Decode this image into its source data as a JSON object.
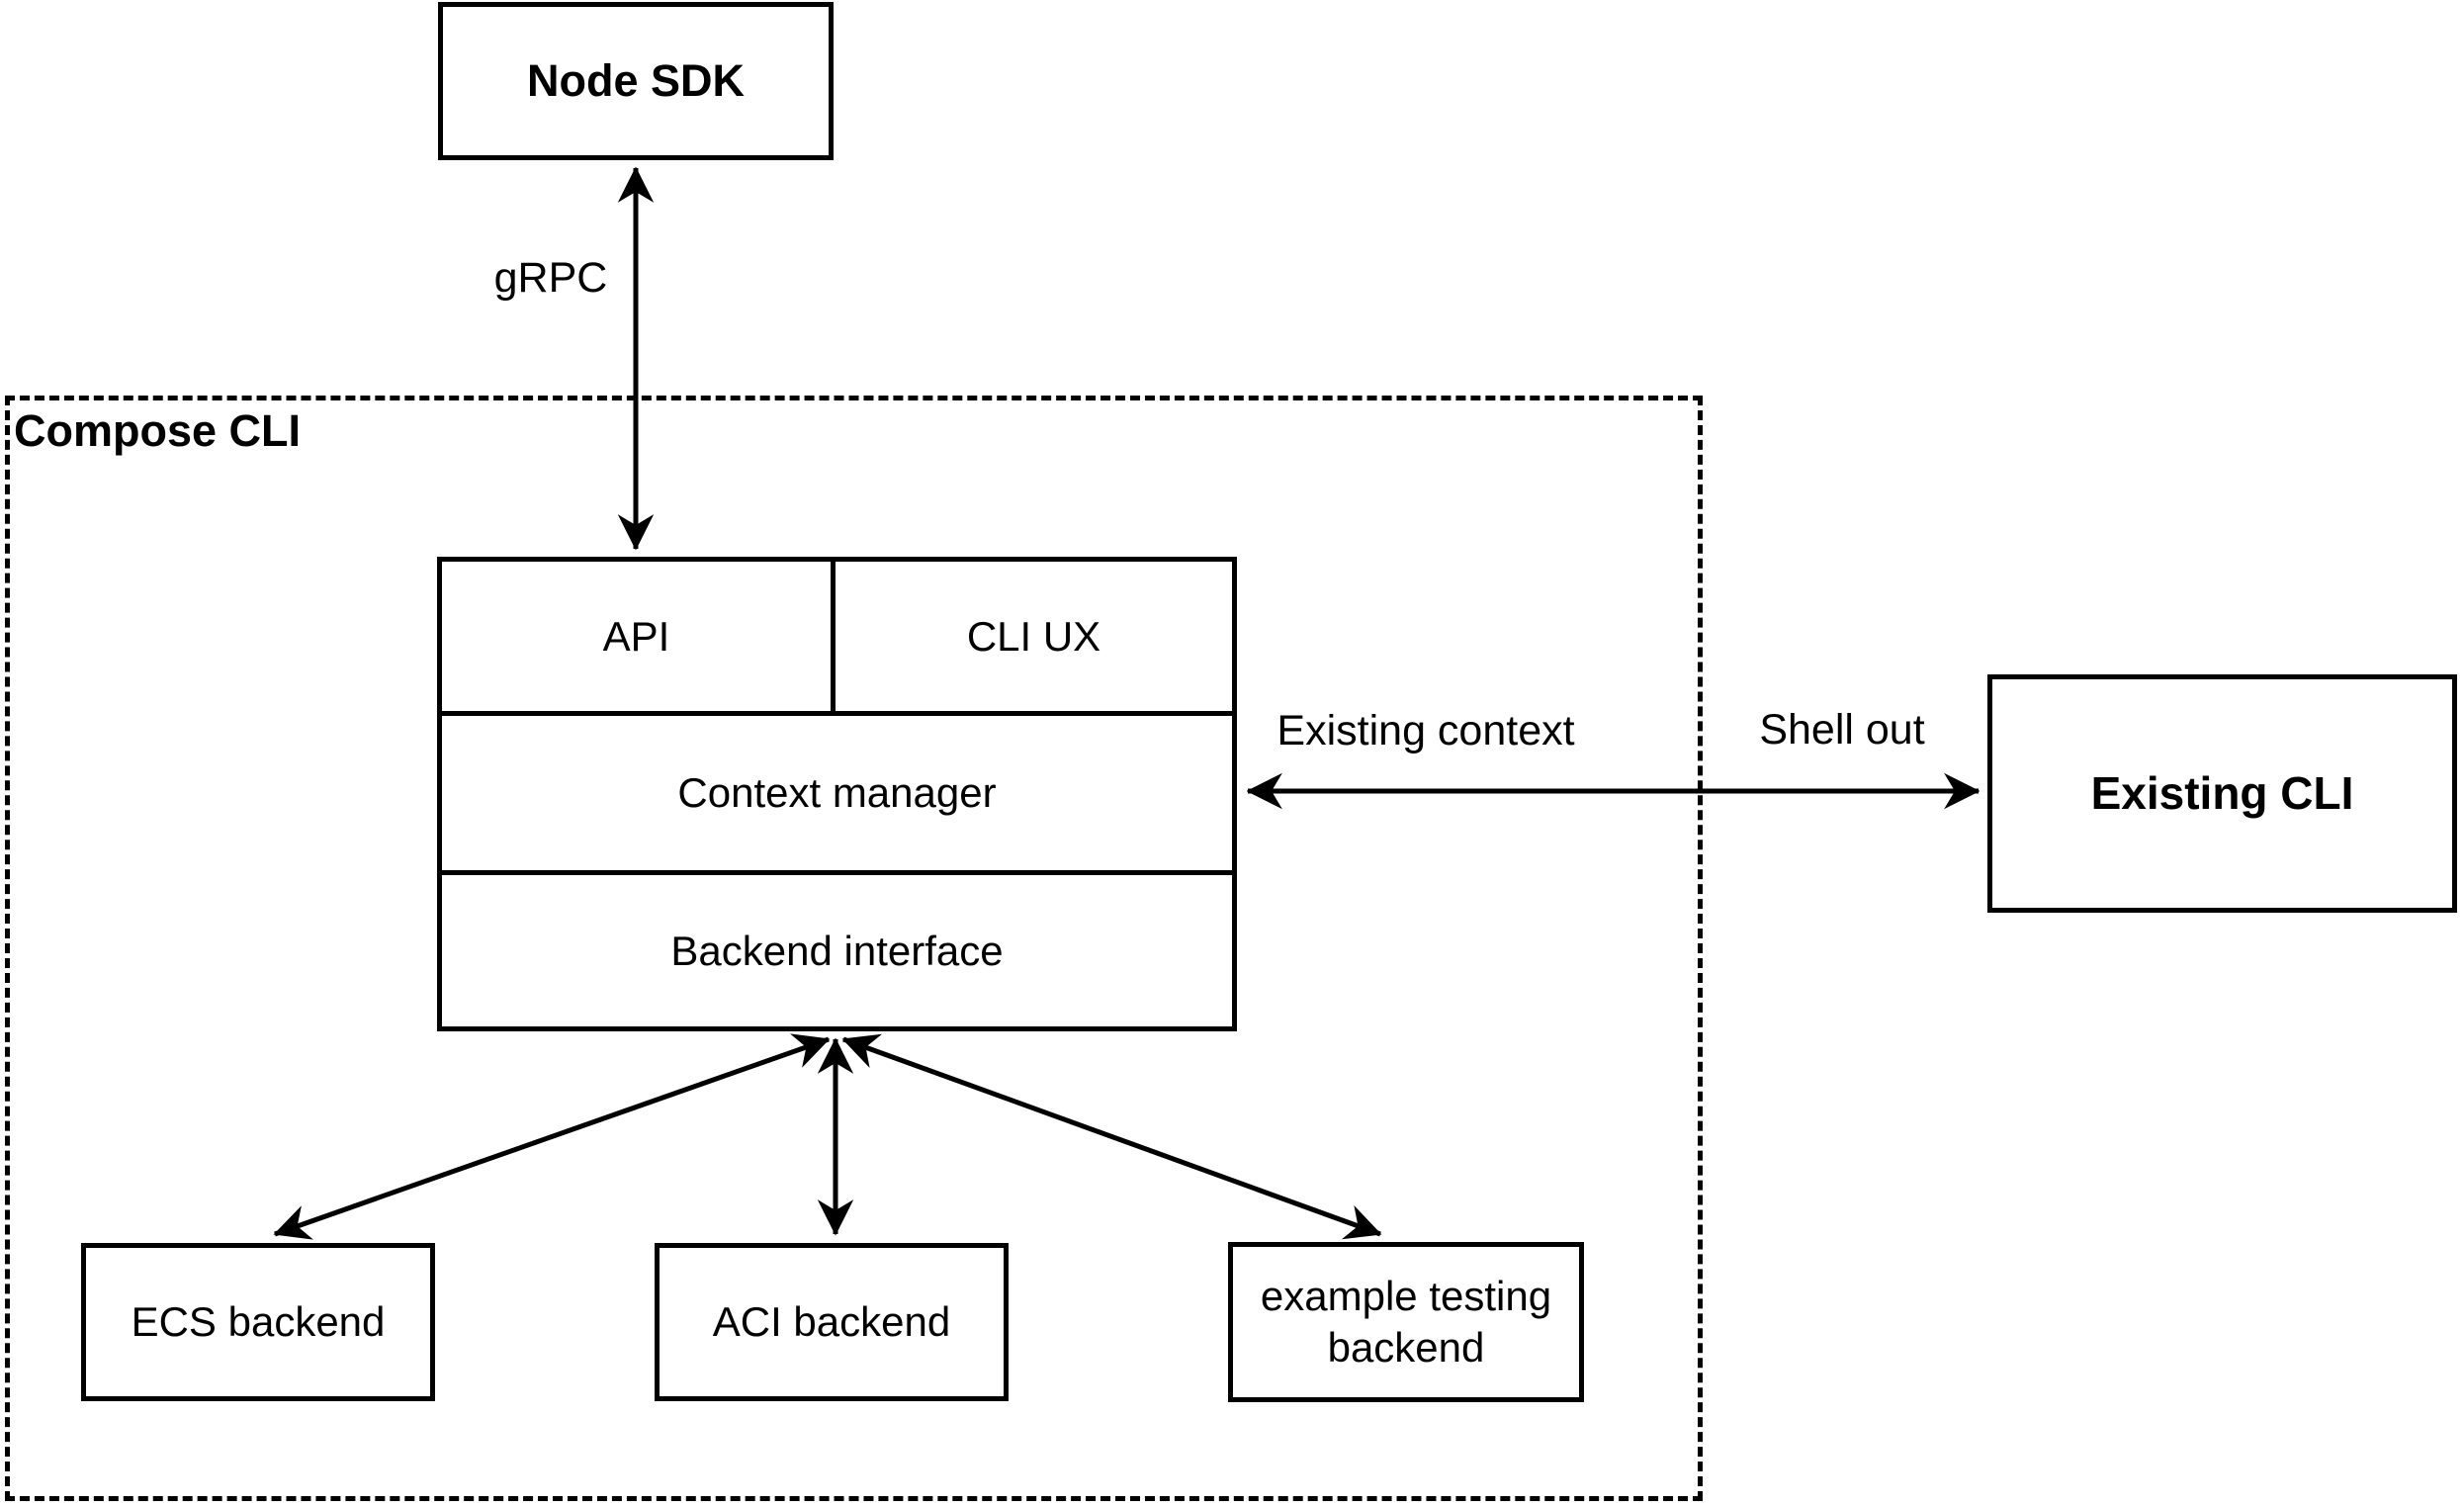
{
  "nodes": {
    "node_sdk": {
      "label": "Node SDK"
    },
    "compose_cli_container": {
      "label": "Compose CLI"
    },
    "stack": {
      "api": {
        "label": "API"
      },
      "cli_ux": {
        "label": "CLI UX"
      },
      "context_manager": {
        "label": "Context manager"
      },
      "backend_interface": {
        "label": "Backend interface"
      }
    },
    "existing_cli": {
      "label": "Existing CLI"
    },
    "backends": {
      "ecs": {
        "label": "ECS backend"
      },
      "aci": {
        "label": "ACI backend"
      },
      "example": {
        "label": "example testing backend"
      }
    }
  },
  "edges": {
    "grpc": {
      "label": "gRPC",
      "style": "double-arrow"
    },
    "existing_context": {
      "label": "Existing context",
      "style": "double-arrow"
    },
    "shell_out": {
      "label": "Shell out",
      "style": "double-arrow"
    },
    "backend_links": {
      "style": "double-arrow",
      "count": 3
    }
  },
  "colors": {
    "line": "#000000",
    "background": "#ffffff",
    "text": "#000000"
  }
}
